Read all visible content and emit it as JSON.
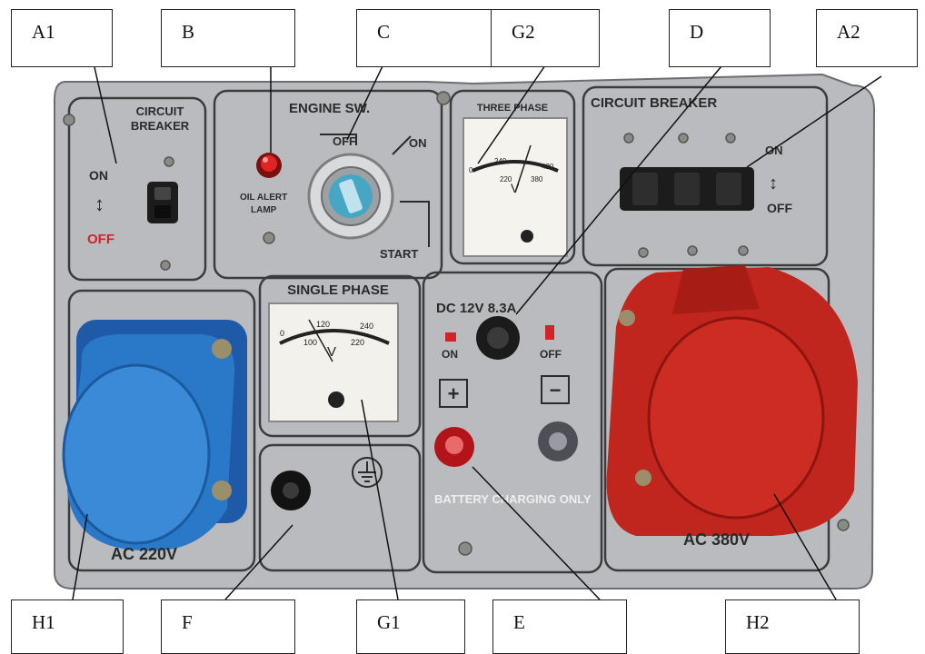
{
  "callouts": {
    "a1": "A1",
    "b": "B",
    "c": "C",
    "g2": "G2",
    "d": "D",
    "a2": "A2",
    "h1": "H1",
    "f": "F",
    "g1": "G1",
    "e": "E",
    "h2": "H2"
  },
  "panel": {
    "circuit_breaker_single": [
      "CIRCUIT",
      "BREAKER"
    ],
    "cb_on": "ON",
    "cb_off": "OFF",
    "engine_sw": "ENGINE SW.",
    "oil_alert": [
      "OIL ALERT",
      "LAMP"
    ],
    "key_off": "OFF",
    "key_on": "ON",
    "key_start": "START",
    "three_phase": "THREE PHASE",
    "circuit_breaker_three": "CIRCUIT BREAKER",
    "cb3_on": "ON",
    "cb3_off": "OFF",
    "single_phase": "SINGLE PHASE",
    "dc_label": "DC   12V   8.3A",
    "dc_on": "ON",
    "dc_off": "OFF",
    "plus": "+",
    "minus": "−",
    "battery": "BATTERY CHARGING ONLY",
    "ac220": "AC 220V",
    "ac380": "AC 380V",
    "meter_v": "V",
    "meter3_top": [
      "240",
      "420"
    ],
    "meter3_bottom": [
      "0",
      "220",
      "380"
    ],
    "meter1_top": [
      "120",
      "240"
    ],
    "meter1_bottom": [
      "0",
      "100",
      "220"
    ]
  },
  "colors": {
    "panel": "#b9bbbe",
    "blue_socket": "#2a78c8",
    "red_socket": "#c0261e",
    "breaker": "#1c1c1c",
    "off_red": "#d2232a"
  }
}
